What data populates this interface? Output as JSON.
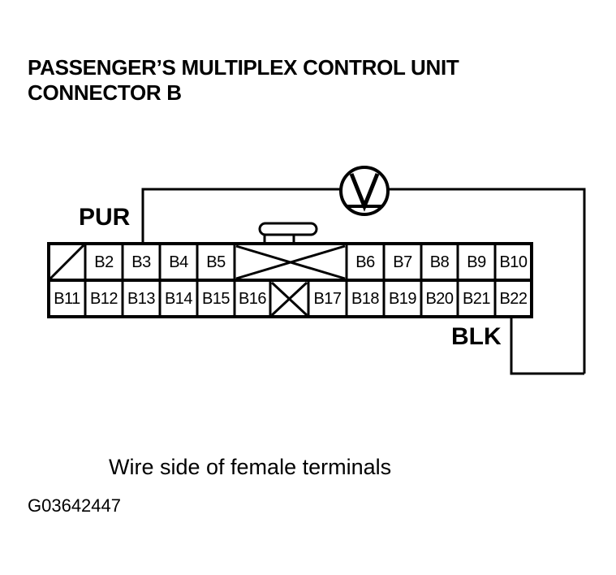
{
  "title": {
    "line1": "PASSENGER’S MULTIPLEX CONTROL UNIT",
    "line2": "CONNECTOR B"
  },
  "wire_labels": {
    "purple": "PUR",
    "black": "BLK"
  },
  "meter": {
    "symbol": "V",
    "type": "voltmeter"
  },
  "connector": {
    "name": "Connector B",
    "top_row": [
      {
        "id": "blank-slash",
        "label": "",
        "style": "diagonal-slash",
        "span": 1
      },
      {
        "id": "B2",
        "label": "B2",
        "style": "pin",
        "span": 1
      },
      {
        "id": "B3",
        "label": "B3",
        "style": "pin",
        "span": 1
      },
      {
        "id": "B4",
        "label": "B4",
        "style": "pin",
        "span": 1
      },
      {
        "id": "B5",
        "label": "B5",
        "style": "pin",
        "span": 1
      },
      {
        "id": "blank-x-wide",
        "label": "",
        "style": "crossed-x",
        "span": 3
      },
      {
        "id": "B6",
        "label": "B6",
        "style": "pin",
        "span": 1
      },
      {
        "id": "B7",
        "label": "B7",
        "style": "pin",
        "span": 1
      },
      {
        "id": "B8",
        "label": "B8",
        "style": "pin",
        "span": 1
      },
      {
        "id": "B9",
        "label": "B9",
        "style": "pin",
        "span": 1
      },
      {
        "id": "B10",
        "label": "B10",
        "style": "pin",
        "span": 1
      }
    ],
    "bottom_row": [
      {
        "id": "B11",
        "label": "B11",
        "style": "pin",
        "span": 1
      },
      {
        "id": "B12",
        "label": "B12",
        "style": "pin",
        "span": 1
      },
      {
        "id": "B13",
        "label": "B13",
        "style": "pin",
        "span": 1
      },
      {
        "id": "B14",
        "label": "B14",
        "style": "pin",
        "span": 1
      },
      {
        "id": "B15",
        "label": "B15",
        "style": "pin",
        "span": 1
      },
      {
        "id": "B16",
        "label": "B16",
        "style": "pin",
        "span": 1
      },
      {
        "id": "blank-x",
        "label": "",
        "style": "crossed-x",
        "span": 1
      },
      {
        "id": "B17",
        "label": "B17",
        "style": "pin",
        "span": 1
      },
      {
        "id": "B18",
        "label": "B18",
        "style": "pin",
        "span": 1
      },
      {
        "id": "B19",
        "label": "B19",
        "style": "pin",
        "span": 1
      },
      {
        "id": "B20",
        "label": "B20",
        "style": "pin",
        "span": 1
      },
      {
        "id": "B21",
        "label": "B21",
        "style": "pin",
        "span": 1
      },
      {
        "id": "B22",
        "label": "B22",
        "style": "pin",
        "span": 1
      }
    ]
  },
  "caption": "Wire side of female terminals",
  "figure_id": "G03642447",
  "colors": {
    "line": "#000000",
    "background": "#ffffff"
  }
}
